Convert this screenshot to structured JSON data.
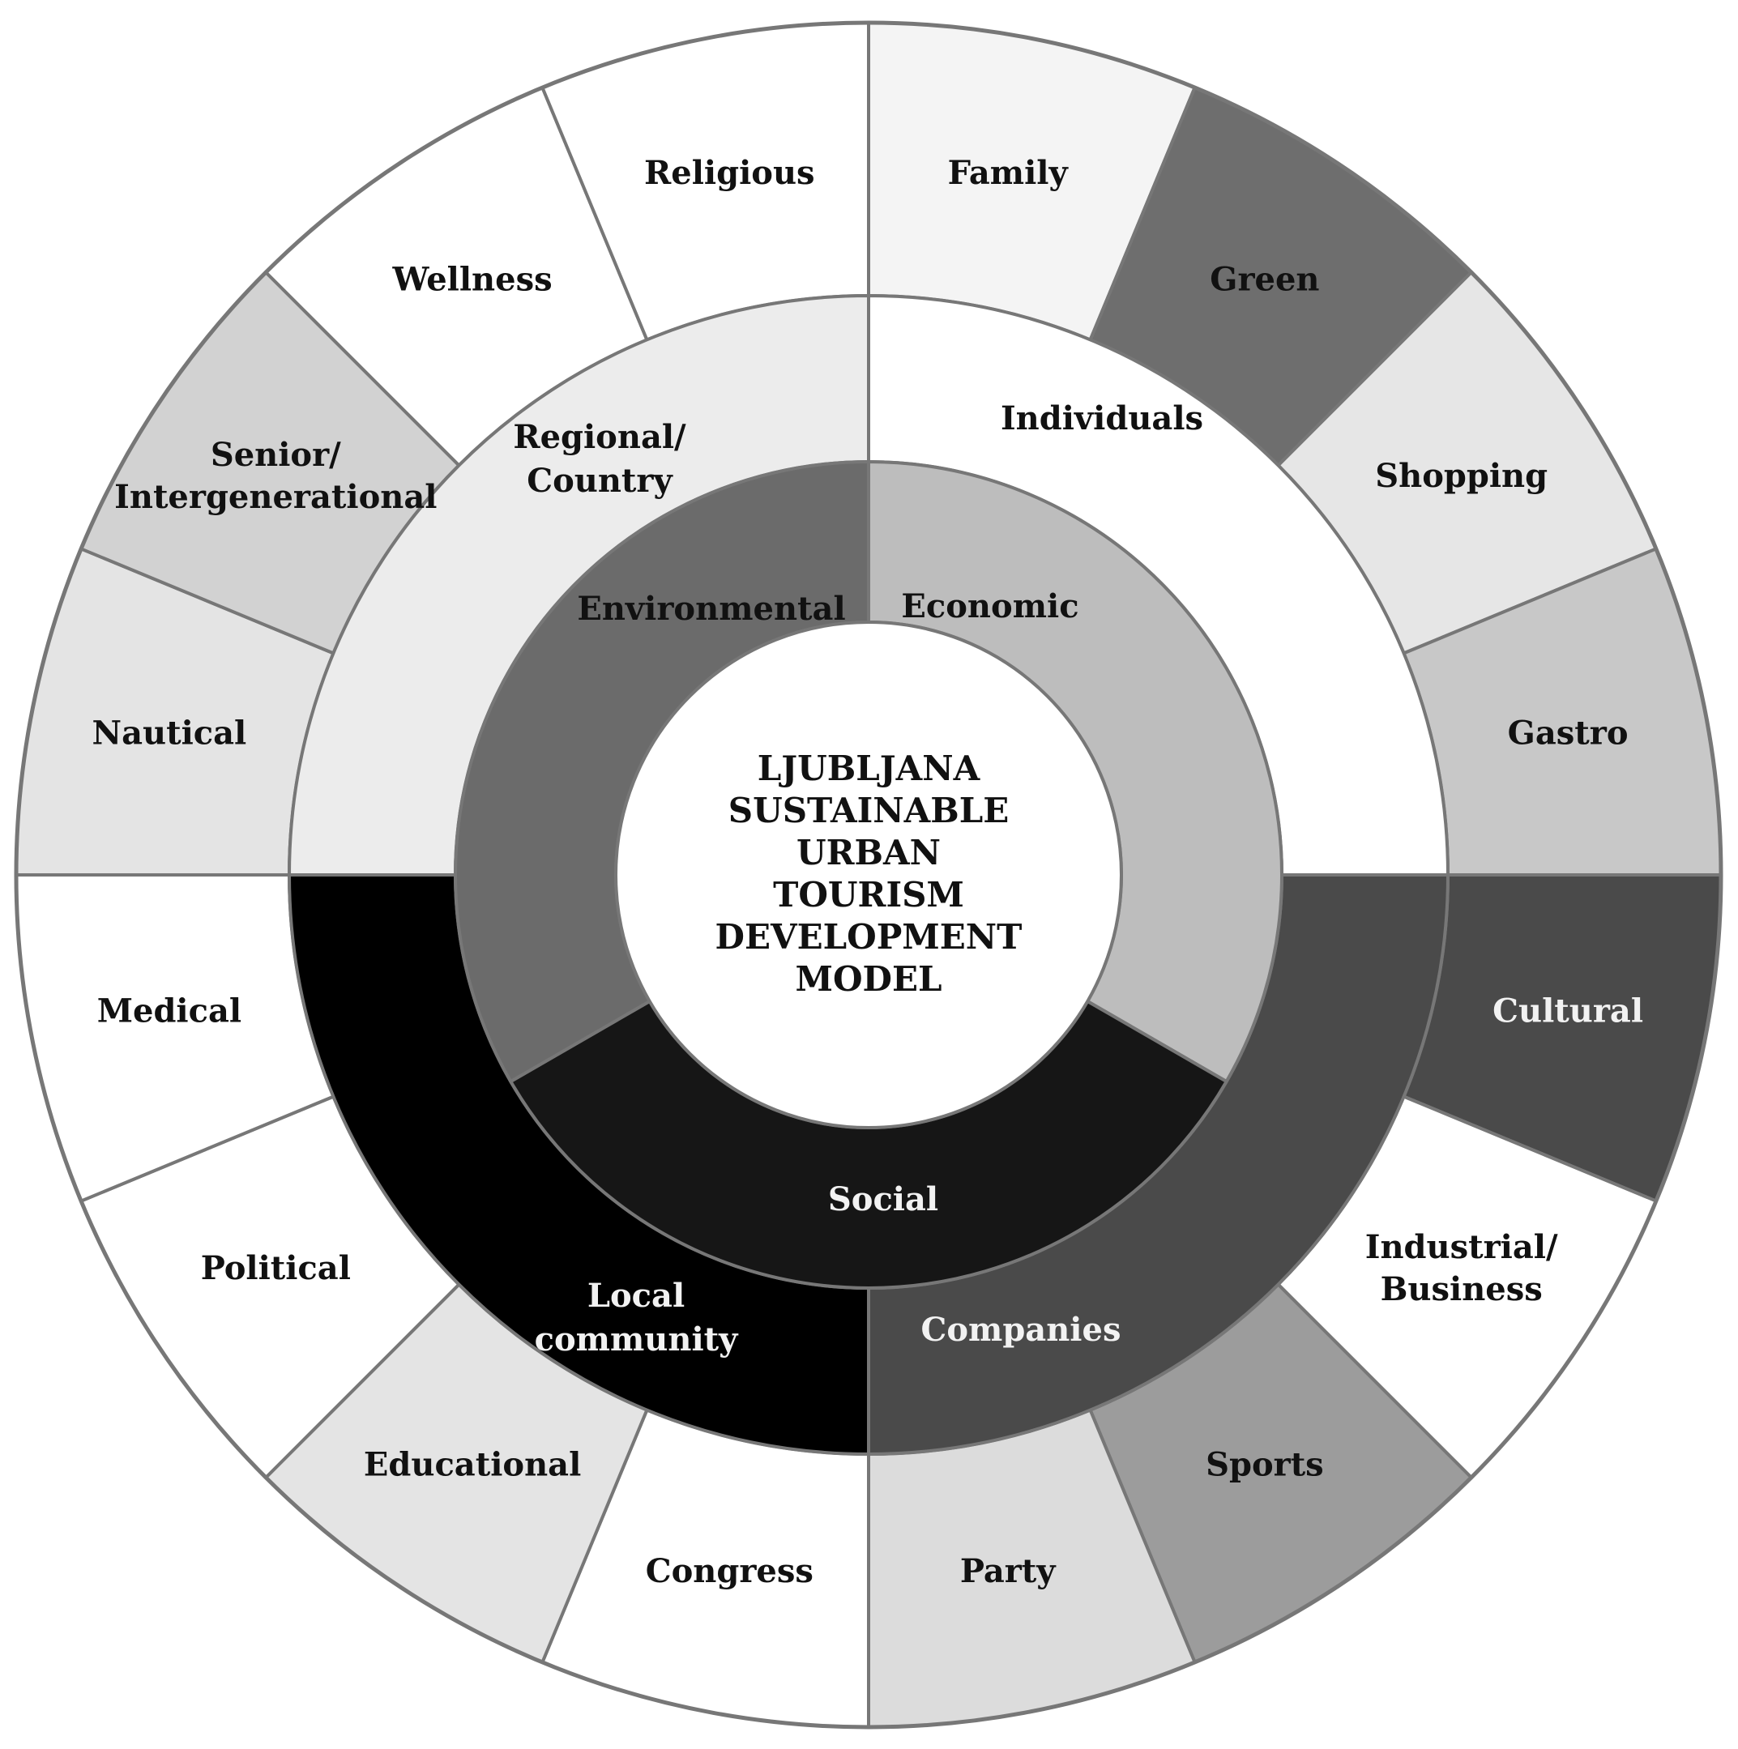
{
  "center": {
    "lines": [
      "LJUBLJANA",
      "SUSTAINABLE",
      "URBAN",
      "TOURISM",
      "DEVELOPMENT",
      "MODEL"
    ]
  },
  "pillars": [
    {
      "label": "Economic",
      "fill": "#bdbdbd",
      "text_color": "#111111"
    },
    {
      "label": "Social",
      "fill": "#161616",
      "text_color": "#f2f2f2"
    },
    {
      "label": "Environmental",
      "fill": "#6b6b6b",
      "text_color": "#111111"
    }
  ],
  "stakeholders": [
    {
      "label": "Individuals",
      "fill": "#ffffff",
      "text_color": "#111111"
    },
    {
      "label": "Companies",
      "fill": "#4a4a4a",
      "text_color": "#f2f2f2"
    },
    {
      "label": "Local community",
      "lines": [
        "Local",
        "community"
      ],
      "fill": "#000000",
      "text_color": "#f2f2f2"
    },
    {
      "label": "Regional/ Country",
      "lines": [
        "Regional/",
        "Country"
      ],
      "fill": "#ececec",
      "text_color": "#111111"
    }
  ],
  "tourism_types": [
    {
      "label": "Family",
      "fill": "#f4f4f4",
      "text_color": "#111111"
    },
    {
      "label": "Green",
      "fill": "#6e6e6e",
      "text_color": "#111111"
    },
    {
      "label": "Shopping",
      "fill": "#e6e6e6",
      "text_color": "#111111"
    },
    {
      "label": "Gastro",
      "fill": "#c8c8c8",
      "text_color": "#111111"
    },
    {
      "label": "Cultural",
      "fill": "#4a4a4a",
      "text_color": "#f2f2f2"
    },
    {
      "label": "Industrial/ Business",
      "lines": [
        "Industrial/",
        "Business"
      ],
      "fill": "#ffffff",
      "text_color": "#111111"
    },
    {
      "label": "Sports",
      "fill": "#9c9c9c",
      "text_color": "#111111"
    },
    {
      "label": "Party",
      "fill": "#dcdcdc",
      "text_color": "#111111"
    },
    {
      "label": "Congress",
      "fill": "#ffffff",
      "text_color": "#111111"
    },
    {
      "label": "Educational",
      "fill": "#e4e4e4",
      "text_color": "#111111"
    },
    {
      "label": "Political",
      "fill": "#ffffff",
      "text_color": "#111111"
    },
    {
      "label": "Medical",
      "fill": "#ffffff",
      "text_color": "#111111"
    },
    {
      "label": "Nautical",
      "fill": "#e4e4e4",
      "text_color": "#111111"
    },
    {
      "label": "Senior/ Intergenerational",
      "lines": [
        "Senior/",
        "Intergenerational"
      ],
      "fill": "#d2d2d2",
      "text_color": "#111111"
    },
    {
      "label": "Wellness",
      "fill": "#ffffff",
      "text_color": "#111111"
    },
    {
      "label": "Religious",
      "fill": "#ffffff",
      "text_color": "#111111"
    }
  ]
}
